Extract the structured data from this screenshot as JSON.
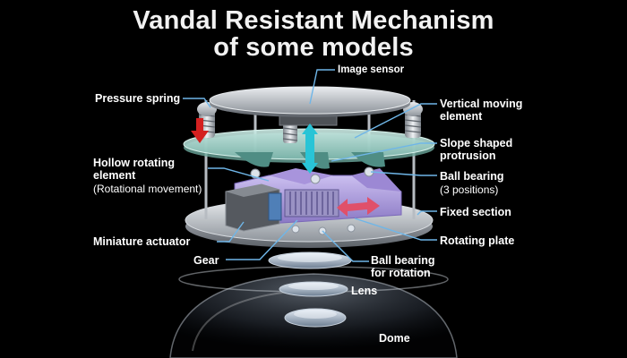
{
  "title": {
    "line1": "Vandal Resistant Mechanism",
    "line2": "of some models"
  },
  "labels": {
    "image_sensor": "Image sensor",
    "pressure_spring": "Pressure spring",
    "vertical_moving_1": "Vertical moving",
    "vertical_moving_2": "element",
    "slope_1": "Slope shaped",
    "slope_2": "protrusion",
    "hollow_1": "Hollow rotating",
    "hollow_2": "element",
    "hollow_3": "(Rotational movement)",
    "ball_bearing": "Ball bearing",
    "ball_bearing_positions": "(3 positions)",
    "fixed_section": "Fixed section",
    "miniature_actuator": "Miniature actuator",
    "rotating_plate": "Rotating plate",
    "gear": "Gear",
    "ball_bearing_rot_1": "Ball bearing",
    "ball_bearing_rot_2": "for rotation",
    "lens": "Lens",
    "dome": "Dome"
  },
  "colors": {
    "background": "#000000",
    "label_line": "#6fb6e8",
    "vertical_arrow": "#29c4d6",
    "rotation_arrow": "#e0506a",
    "spring_arrow": "#d42020",
    "rotating_element": "#b3a1e0",
    "moving_plate": "#a6d8cf"
  }
}
